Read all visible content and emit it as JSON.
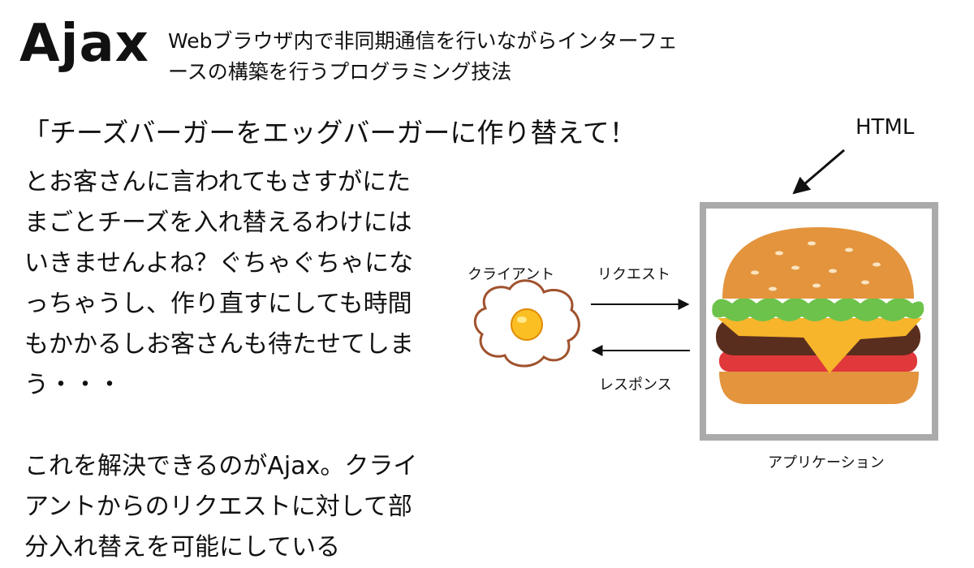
{
  "title": "Ajax",
  "title_desc": "Webブラウザ内で非同期通信を行いながらインターフェースの構築を行うプログラミング技法",
  "headline": "「チーズバーガーをエッグバーガーに作り替えて！",
  "body": {
    "paragraph1": "とお客さんに言われてもさすがにたまごとチーズを入れ替えるわけにはいきませんよね？ぐちゃぐちゃになっちゃうし、作り直すにしても時間もかかるしお客さんも待たせてしまう・・・",
    "paragraph2": "これを解決できるのがAjax。クライアントからのリクエストに対して部分入れ替えを可能にしている"
  },
  "diagram": {
    "client_label": "クライアント",
    "request_label": "リクエスト",
    "response_label": "レスポンス",
    "html_label": "HTML",
    "application_label": "アプリケーション",
    "client_icon": "fried-egg",
    "application_icon": "cheeseburger",
    "frame_color": "#aaaaaa"
  }
}
